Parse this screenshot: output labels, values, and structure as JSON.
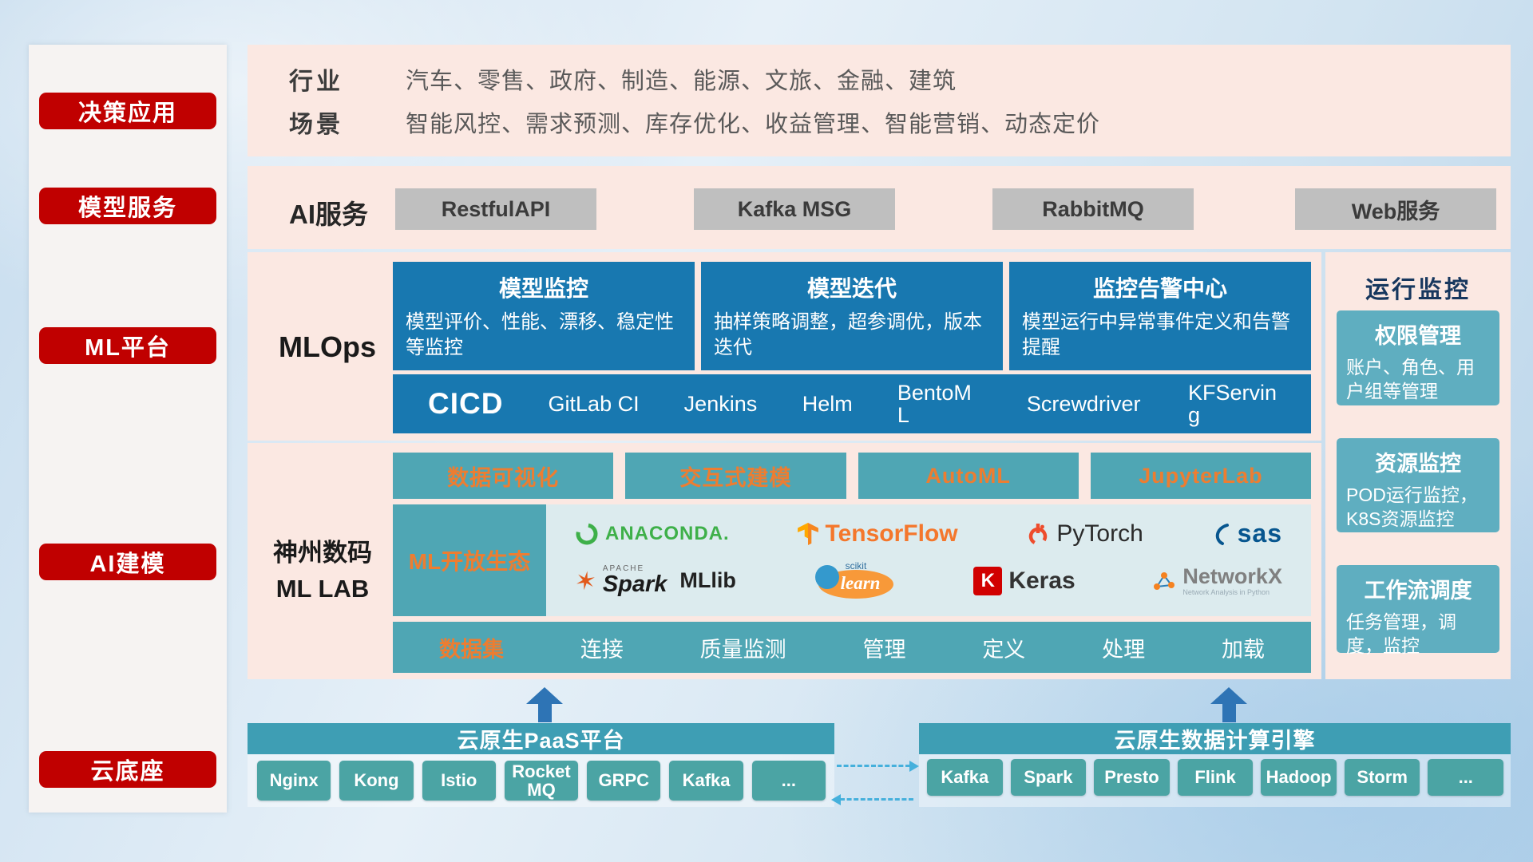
{
  "sidebar": {
    "items": [
      "决策应用",
      "模型服务",
      "ML平台",
      "AI建模",
      "云底座"
    ]
  },
  "industry": {
    "rows": [
      {
        "label": "行业",
        "text": "汽车、零售、政府、制造、能源、文旅、金融、建筑"
      },
      {
        "label": "场景",
        "text": "智能风控、需求预测、库存优化、收益管理、智能营销、动态定价"
      }
    ]
  },
  "ai_service": {
    "label": "AI服务",
    "buttons": [
      "RestfulAPI",
      "Kafka MSG",
      "RabbitMQ",
      "Web服务"
    ]
  },
  "mlops": {
    "label": "MLOps",
    "cards": [
      {
        "title": "模型监控",
        "desc": "模型评价、性能、漂移、稳定性等监控"
      },
      {
        "title": "模型迭代",
        "desc": "抽样策略调整，超参调优，版本迭代"
      },
      {
        "title": "监控告警中心",
        "desc": "模型运行中异常事件定义和告警提醒"
      }
    ],
    "cicd_label": "CICD",
    "cicd_items": [
      "GitLab CI",
      "Jenkins",
      "Helm",
      "BentoML",
      "Screwdriver",
      "KFServing"
    ]
  },
  "mllab": {
    "label_line1": "神州数码",
    "label_line2": "ML LAB",
    "tool_buttons": [
      "数据可视化",
      "交互式建模",
      "AutoML",
      "JupyterLab"
    ],
    "ecosystem_label": "ML开放生态",
    "logos": {
      "anaconda": "ANACONDA.",
      "tensorflow": "TensorFlow",
      "pytorch": "PyTorch",
      "sas": "sas",
      "spark_apache": "APACHE",
      "spark": "Spark",
      "mllib": "MLlib",
      "sklearn_top": "scikit",
      "sklearn": "learn",
      "keras_letter": "K",
      "keras": "Keras",
      "networkx": "NetworkX",
      "networkx_tagline": "Network Analysis in Python"
    },
    "dataset": {
      "label": "数据集",
      "items": [
        "连接",
        "质量监测",
        "管理",
        "定义",
        "处理",
        "加载"
      ]
    }
  },
  "monitoring": {
    "title": "运行监控",
    "cards": [
      {
        "title": "权限管理",
        "desc": "账户、角色、用户组等管理"
      },
      {
        "title": "资源监控",
        "desc": "POD运行监控，K8S资源监控"
      },
      {
        "title": "工作流调度",
        "desc": "任务管理，调度，监控"
      }
    ]
  },
  "foundation": {
    "paas": {
      "title": "云原生PaaS平台",
      "items": [
        "Nginx",
        "Kong",
        "Istio",
        "RocketMQ",
        "GRPC",
        "Kafka",
        "..."
      ]
    },
    "engine": {
      "title": "云原生数据计算引擎",
      "items": [
        "Kafka",
        "Spark",
        "Presto",
        "Flink",
        "Hadoop",
        "Storm",
        "..."
      ]
    }
  },
  "colors": {
    "accent_red": "#C00000",
    "panel_pink": "#FBE8E2",
    "blue_card": "#1878B0",
    "teal": "#4FA6B4",
    "teal_light": "#5FAEC0",
    "bar_teal": "#3E9EB4",
    "chip_teal": "#4BA4A4",
    "orange": "#ED7D31",
    "gray_chip": "#BFBFBF"
  }
}
